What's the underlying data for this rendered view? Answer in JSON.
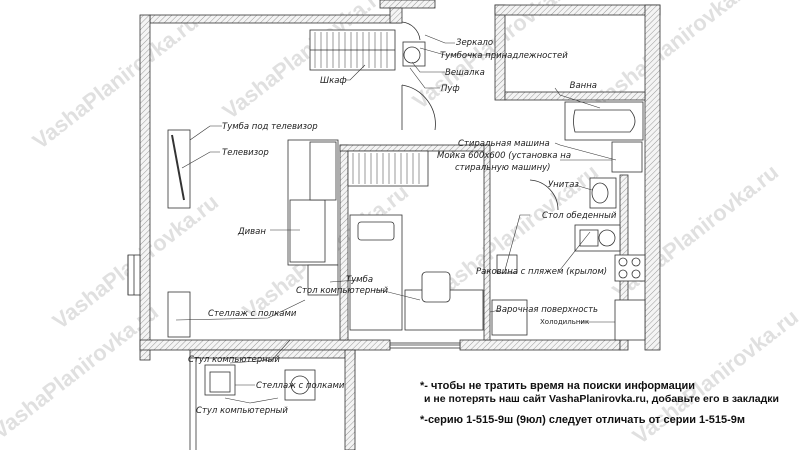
{
  "labels": {
    "mirror": "Зеркало",
    "nightstand_acc": "Тумбочка принадлежностей",
    "hanger": "Вешалка",
    "pouf": "Пуф",
    "wardrobe": "Шкаф",
    "bath": "Ванна",
    "tv_stand": "Тумба под телевизор",
    "tv": "Телевизор",
    "washing_machine": "Стиральная машина",
    "sink_line1": "Мойка 600х600 (установка на",
    "sink_line2": "стиральную машину)",
    "toilet": "Унитаз",
    "dining_table": "Стол обеденный",
    "sofa": "Диван",
    "sink_drying": "Раковина с пляжем (крылом)",
    "nightstand": "Тумба",
    "computer_desk": "Стол компьютерный",
    "hob": "Варочная поверхность",
    "shelf_1": "Стеллаж с полками",
    "fridge": "Холодильник",
    "computer_chair_1": "Стул компьютерный",
    "shelf_2": "Стеллаж с полками",
    "computer_chair_2": "Стул компьютерный"
  },
  "notes": {
    "line1": "*- чтобы не тратить время на поиски информации",
    "line2": "и не потерять наш сайт VashaPlanirovka.ru, добавьте его в закладки",
    "line3": "*-серию 1-515-9ш (9юл) следует отличать от серии 1-515-9м"
  },
  "watermark": "VashaPlanirovka.ru"
}
